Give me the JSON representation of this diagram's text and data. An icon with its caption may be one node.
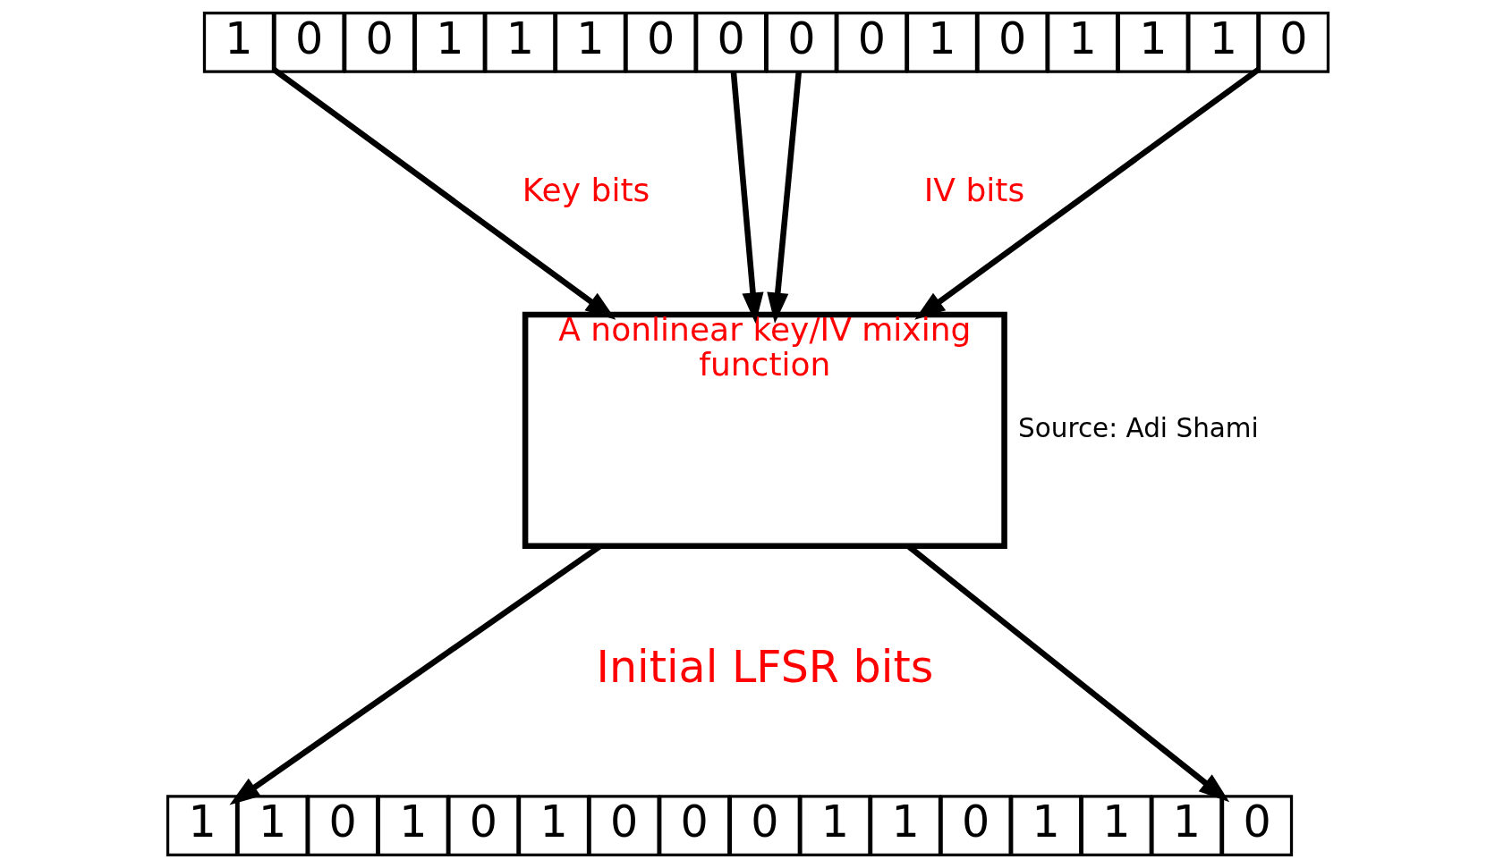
{
  "diagram": {
    "nodes": [
      {
        "text": [
          "1"
        ]
      },
      {
        "text": [
          "0"
        ]
      },
      {
        "text": [
          "0"
        ]
      },
      {
        "text": [
          "1"
        ]
      },
      {
        "text": [
          "1"
        ]
      },
      {
        "text": [
          "1"
        ]
      },
      {
        "text": [
          "0"
        ]
      },
      {
        "text": [
          "0"
        ]
      },
      {
        "text": [
          "0"
        ]
      },
      {
        "text": [
          "0"
        ]
      },
      {
        "text": [
          "1"
        ]
      },
      {
        "text": [
          "0"
        ]
      },
      {
        "text": [
          "1"
        ]
      },
      {
        "text": [
          "1"
        ]
      },
      {
        "text": [
          "1"
        ]
      },
      {
        "text": [
          "0"
        ]
      },
      {
        "text": [
          "A nonlinear key/IV mixing function"
        ]
      },
      {
        "text": [
          "1"
        ]
      },
      {
        "text": [
          "1"
        ]
      },
      {
        "text": [
          "0"
        ]
      },
      {
        "text": [
          "1"
        ]
      },
      {
        "text": [
          "0"
        ]
      },
      {
        "text": [
          "1"
        ]
      },
      {
        "text": [
          "0"
        ]
      },
      {
        "text": [
          "0"
        ]
      },
      {
        "text": [
          "0"
        ]
      },
      {
        "text": [
          "1"
        ]
      },
      {
        "text": [
          "1"
        ]
      },
      {
        "text": [
          "0"
        ]
      },
      {
        "text": [
          "1"
        ]
      },
      {
        "text": [
          "1"
        ]
      },
      {
        "text": [
          "1"
        ]
      },
      {
        "text": [
          "0"
        ]
      }
    ],
    "edges": [
      {
        "from": 0,
        "to": 16,
        "arrow": "to"
      },
      {
        "from": 7,
        "to": 16,
        "arrow": "to"
      },
      {
        "from": 8,
        "to": 16,
        "arrow": "to"
      },
      {
        "from": 15,
        "to": 16,
        "arrow": "to"
      },
      {
        "from": 16,
        "to": 17,
        "arrow": "to"
      },
      {
        "from": 16,
        "to": 32,
        "arrow": "to"
      }
    ],
    "labels": [
      "Key bits",
      "IV bits",
      "Source: Adi Shami",
      "Initial LFSR bits"
    ]
  }
}
